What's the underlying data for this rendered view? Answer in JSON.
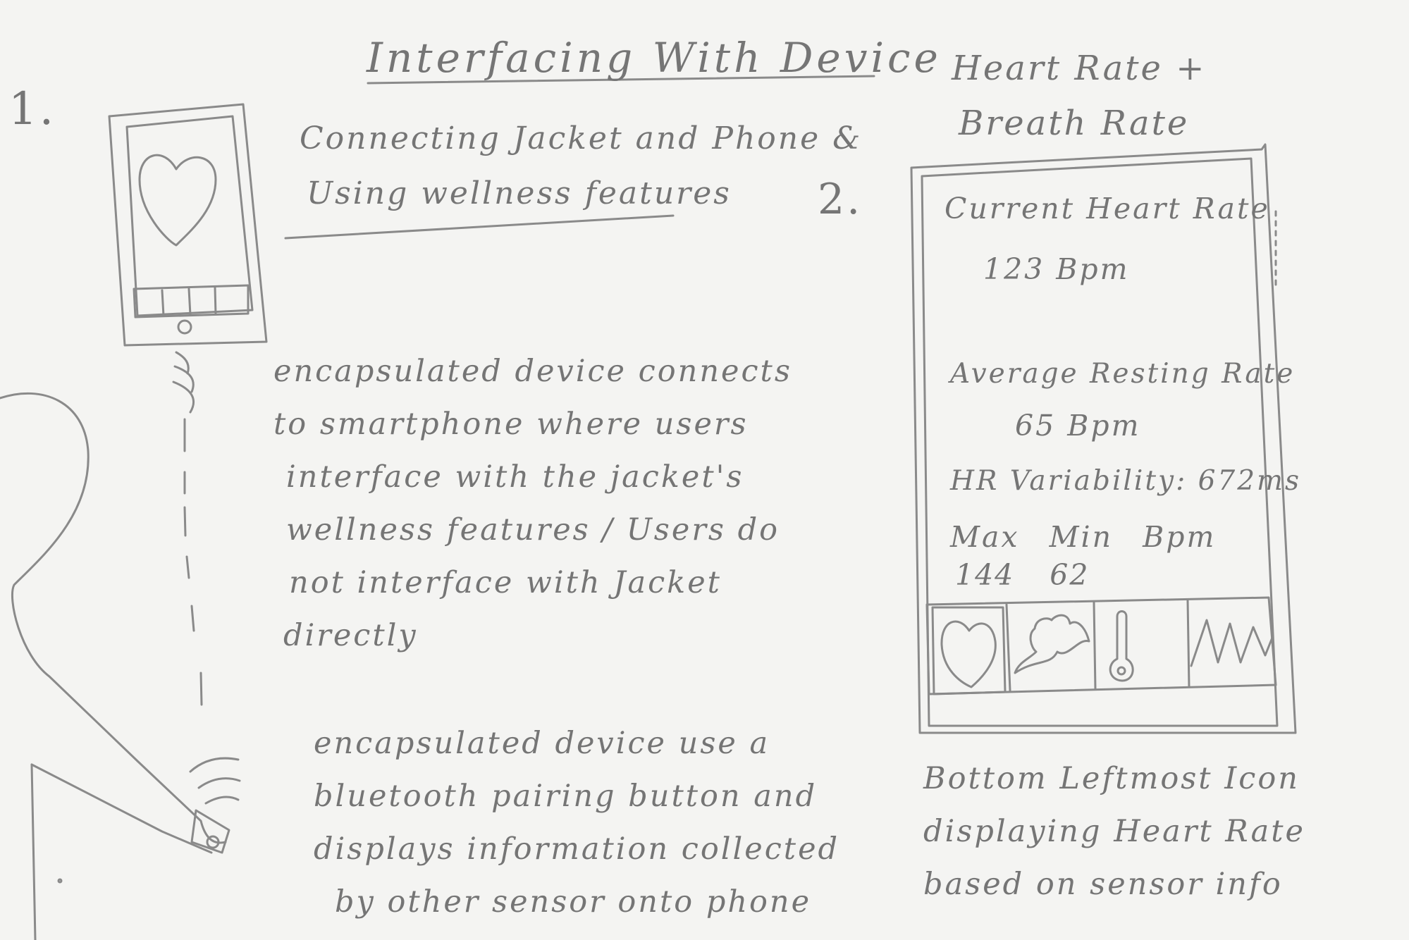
{
  "title": "Interfacing With Device",
  "subtitle_lines": [
    "Connecting Jacket and Phone &",
    "Using wellness features"
  ],
  "step1_number": "1.",
  "step2_number": "2.",
  "description_1": [
    "encapsulated device connects",
    "to smartphone where users",
    "interface with the jacket's",
    "wellness features / Users do",
    "not interface with Jacket",
    "directly"
  ],
  "description_2": [
    "encapsulated device use a",
    "bluetooth pairing button and",
    "displays information collected",
    "by other sensor onto phone"
  ],
  "heart_section_title": [
    "Heart Rate +",
    "Breath Rate"
  ],
  "phone_screen": {
    "current_label": "Current Heart Rate",
    "current_value": "123 Bpm",
    "average_label": "Average Resting Rate",
    "average_value": "65 Bpm",
    "hrv": "HR Variability: 672ms",
    "max_label": "Max",
    "min_label": "Min",
    "bpm_label": "Bpm",
    "max_value": "144",
    "min_value": "62"
  },
  "icon_bar": [
    "heart-icon",
    "lungs-icon",
    "thermometer-icon",
    "waveform-icon"
  ],
  "bottom_caption": [
    "Bottom Leftmost Icon",
    "displaying Heart Rate",
    "based on sensor info"
  ]
}
